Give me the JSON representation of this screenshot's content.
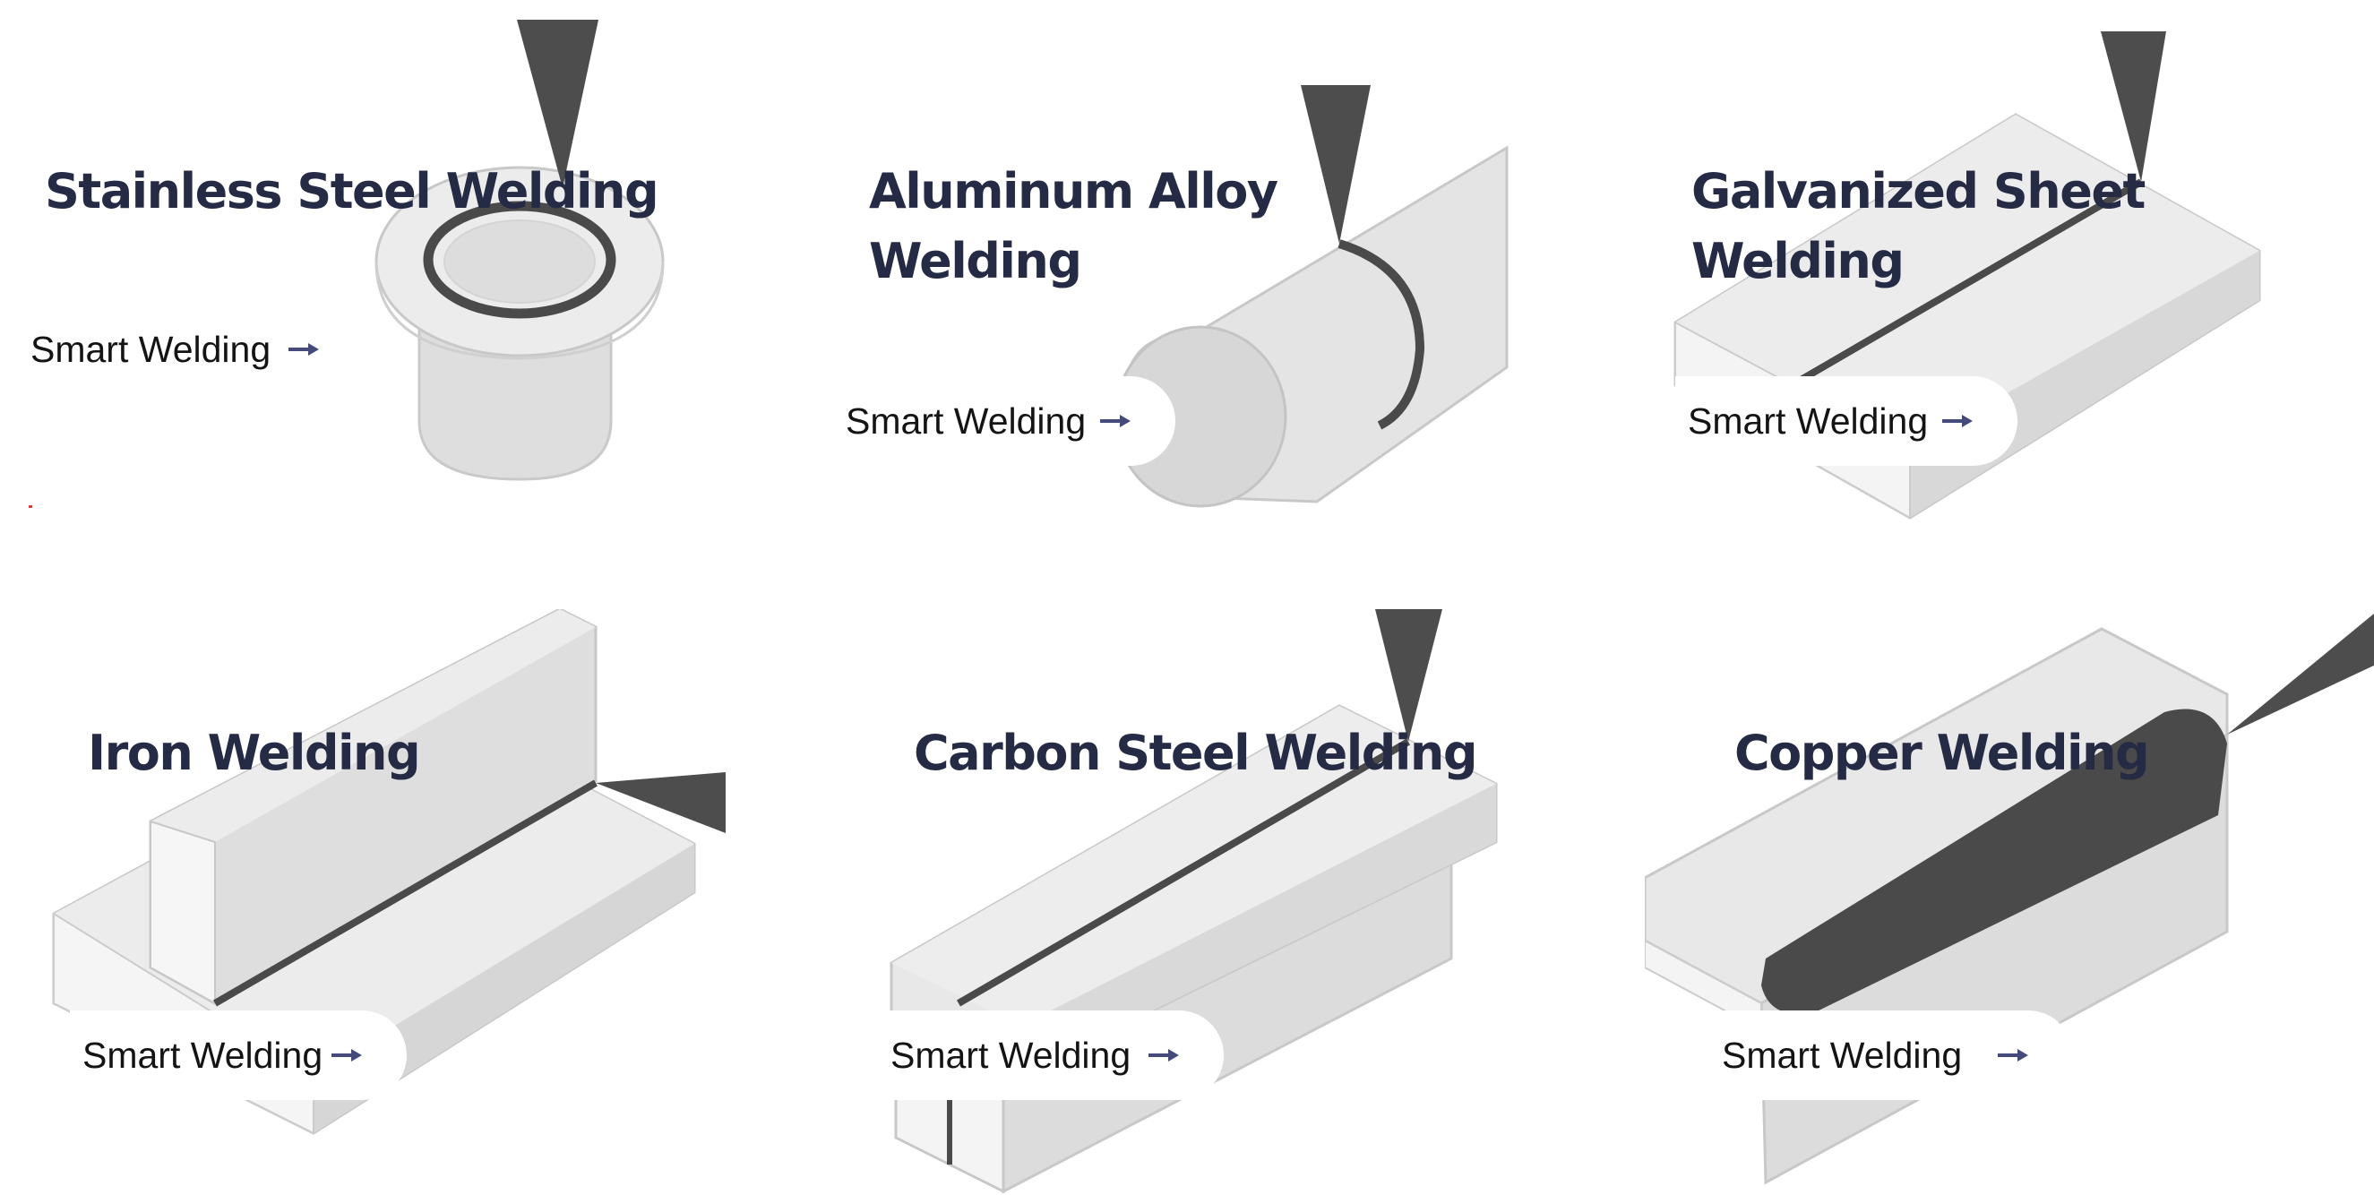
{
  "cards": [
    {
      "title_line1": "Stainless Steel Welding",
      "title_line2": "",
      "cta_label": "Smart Welding",
      "cta_icon": "arrow-right-icon"
    },
    {
      "title_line1": "Aluminum Alloy",
      "title_line2": "Welding",
      "cta_label": "Smart Welding",
      "cta_icon": "arrow-right-icon"
    },
    {
      "title_line1": "Galvanized Sheet",
      "title_line2": "Welding",
      "cta_label": "Smart Welding",
      "cta_icon": "arrow-right-icon"
    },
    {
      "title_line1": "Iron Welding",
      "title_line2": "",
      "cta_label": "Smart Welding",
      "cta_icon": "arrow-right-icon"
    },
    {
      "title_line1": "Carbon Steel Welding",
      "title_line2": "",
      "cta_label": "Smart Welding",
      "cta_icon": "arrow-right-icon"
    },
    {
      "title_line1": "Copper Welding",
      "title_line2": "",
      "cta_label": "Smart Welding",
      "cta_icon": "arrow-right-icon"
    }
  ],
  "colors": {
    "title": "#252a45",
    "cta_text": "#141414",
    "arrow": "#444b7a",
    "metal_light": "#ececec",
    "metal_mid": "#dcdcdc",
    "metal_outline": "#c8c8c8",
    "weld_seam": "#4a4a4a",
    "torch": "#4d4d4d"
  }
}
